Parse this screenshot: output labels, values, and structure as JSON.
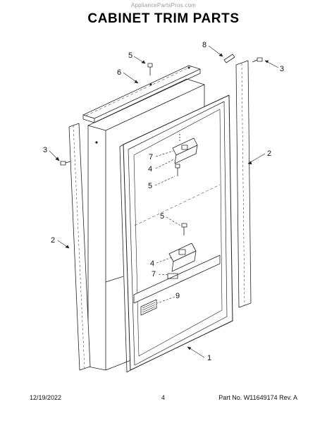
{
  "watermark": "AppliancePartsPros.com",
  "title": "CABINET TRIM PARTS",
  "callouts": [
    "1",
    "2",
    "2",
    "3",
    "3",
    "4",
    "4",
    "5",
    "5",
    "5",
    "6",
    "7",
    "7",
    "8",
    "9"
  ],
  "footer": {
    "date": "12/19/2022",
    "page": "4",
    "part": "Part No. W11649174  Rev. A"
  }
}
